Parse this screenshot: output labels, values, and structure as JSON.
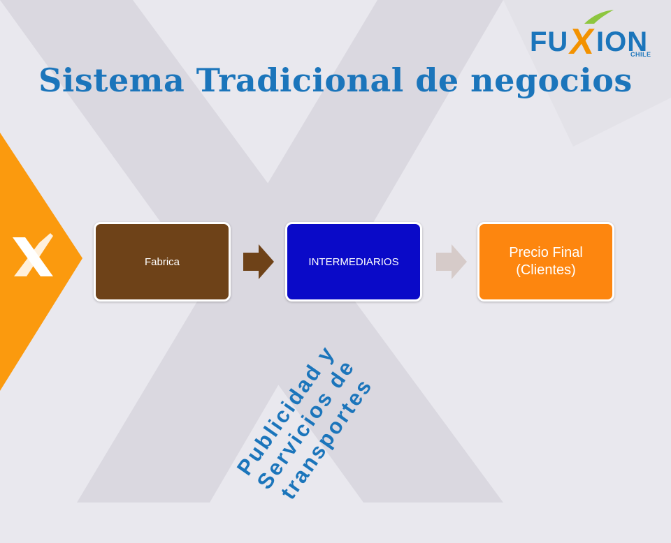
{
  "title": "Sistema Tradicional de negocios",
  "logo": {
    "brand_left": "FU",
    "brand_x": "X",
    "brand_right": "ION",
    "subtitle": "CHILE",
    "icon": "fuxion-logo"
  },
  "side_badge_icon": "x-icon",
  "flow": {
    "steps": [
      {
        "label": "Fabrica",
        "color": "#6e4218"
      },
      {
        "label": "INTERMEDIARIOS",
        "color": "#0a0ac8"
      },
      {
        "label": "Precio Final (Clientes)",
        "color": "#fd860f"
      }
    ],
    "arrows": [
      {
        "icon": "arrow-right-icon",
        "color": "#6e4218"
      },
      {
        "icon": "arrow-right-icon",
        "color": "#d6cbc9"
      }
    ]
  },
  "annotation": {
    "lines": [
      "Publicidad  y",
      "Servicios de",
      "transportes"
    ]
  },
  "colors": {
    "title": "#1b75bb",
    "brand_blue": "#1b75bb",
    "brand_orange": "#f39200",
    "brand_green": "#8dc63f",
    "side_orange": "#fb9a0e",
    "background": "#e9e8ee",
    "band": "#d9d7df",
    "annotation": "#1b75bb"
  }
}
